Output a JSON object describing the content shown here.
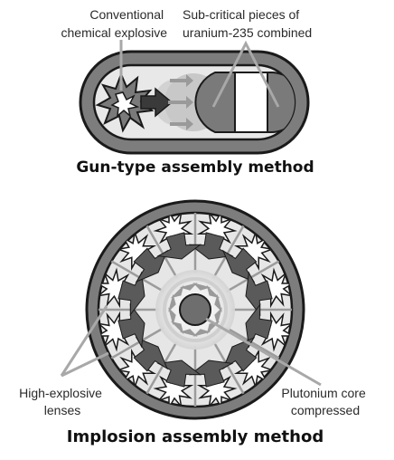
{
  "gun": {
    "label_explosive": [
      "Conventional",
      "chemical explosive"
    ],
    "label_uranium": [
      "Sub-critical pieces of",
      "uranium-235 combined"
    ],
    "title": "Gun-type assembly method"
  },
  "implosion": {
    "label_lenses": [
      "High-explosive",
      "lenses"
    ],
    "label_core": [
      "Plutonium core",
      "compressed"
    ],
    "title": "Implosion assembly method"
  },
  "colors": {
    "casing": "#7d7d7d",
    "casing_stroke": "#1a1a1a",
    "fill": "#e6e6e6",
    "dark_gray": "#7a7a7a",
    "light_gray": "#bdbdbd",
    "core": "#6e6e6e",
    "line": "#a8a8a8"
  }
}
